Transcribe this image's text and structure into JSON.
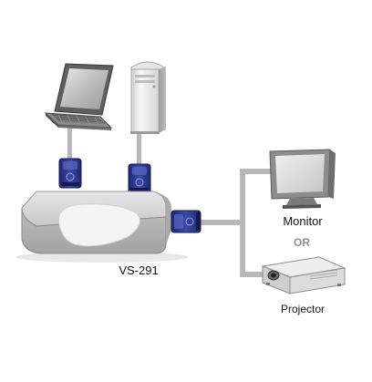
{
  "labels": {
    "switch": "VS-291",
    "monitor": "Monitor",
    "or": "OR",
    "projector": "Projector"
  },
  "colors": {
    "cable": "#b8b8b8",
    "connector": "#2f3a8f",
    "device_gray": "#cfcfcf",
    "label_or": "#8f8f8f"
  },
  "icons": {
    "laptop": "laptop-icon",
    "tower": "desktop-tower-icon",
    "switch": "switch-box-icon",
    "monitor": "monitor-icon",
    "projector": "projector-icon",
    "connector": "vga-connector-icon"
  }
}
